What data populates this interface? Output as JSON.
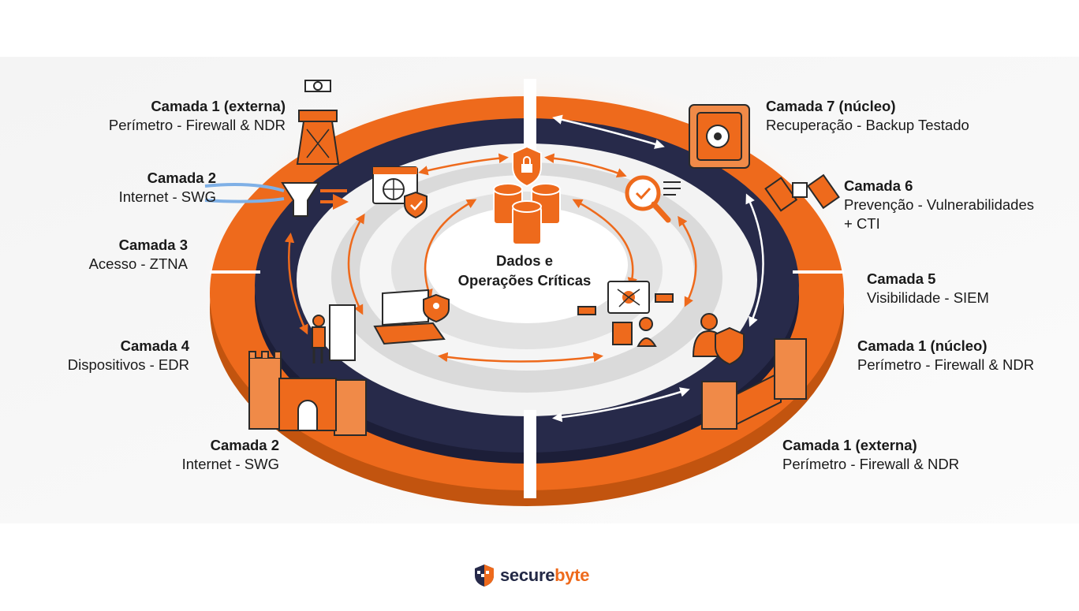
{
  "center": {
    "line1": "Dados e",
    "line2": "Operações Críticas"
  },
  "layers": [
    {
      "id": "l1-top-left",
      "title": "Camada 1 (externa)",
      "desc": "Perímetro - Firewall & NDR"
    },
    {
      "id": "l2-left",
      "title": "Camada 2",
      "desc": "Internet - SWG"
    },
    {
      "id": "l3-left",
      "title": "Camada 3",
      "desc": "Acesso - ZTNA"
    },
    {
      "id": "l4-left",
      "title": "Camada 4",
      "desc": "Dispositivos - EDR"
    },
    {
      "id": "l2-bottom-left",
      "title": "Camada 2",
      "desc": "Internet - SWG"
    },
    {
      "id": "l7-right",
      "title": "Camada 7 (núcleo)",
      "desc": "Recuperação - Backup Testado"
    },
    {
      "id": "l6-right",
      "title": "Camada 6",
      "desc": "Prevenção - Vulnerabilidades",
      "desc2": "+ CTI"
    },
    {
      "id": "l5-right",
      "title": "Camada 5",
      "desc": "Visibilidade - SIEM"
    },
    {
      "id": "l1-nucleo-right",
      "title": "Camada 1 (núcleo)",
      "desc": "Perímetro - Firewall & NDR"
    },
    {
      "id": "l1-bottom-right",
      "title": "Camada 1 (externa)",
      "desc": "Perímetro - Firewall & NDR"
    }
  ],
  "brand": {
    "part1": "secure",
    "part2": "byte"
  },
  "colors": {
    "orange": "#ee6a1c",
    "navy": "#272a4a",
    "gray": "#d9d9d9",
    "light": "#f1f1f1"
  }
}
